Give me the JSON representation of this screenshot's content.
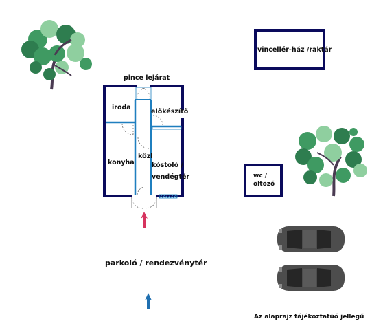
{
  "labels": {
    "pince_lejarat": "pince lejárat",
    "iroda": "iroda",
    "elokeszito": "előkészítő",
    "kozl": "közl",
    "konyha": "konyha",
    "kostolo_line1": "kóstoló /",
    "kostolo_line2": "vendégtér",
    "vinceller_haz": "vincellér-ház /raktár",
    "wc_line1": "wc /",
    "wc_line2": "öltöző",
    "parkolo": "parkoló / rendezvénytér",
    "note": "Az alaprajz tájékoztatüó jellegű"
  },
  "colors": {
    "wall": "#0a0a5c",
    "partition": "#1f7fbf",
    "entrance_arrow": "#d6335e",
    "road_arrow": "#1f6fb0",
    "car_body": "#4d4d4d",
    "car_window": "#262626",
    "tree_dark": "#2e7d4f",
    "tree_mid": "#3f9a62",
    "tree_light": "#8fcf9f",
    "trunk": "#4a3b52"
  },
  "icons": [
    "tree-icon",
    "car-icon",
    "entrance-arrow-icon",
    "road-arrow-icon"
  ]
}
